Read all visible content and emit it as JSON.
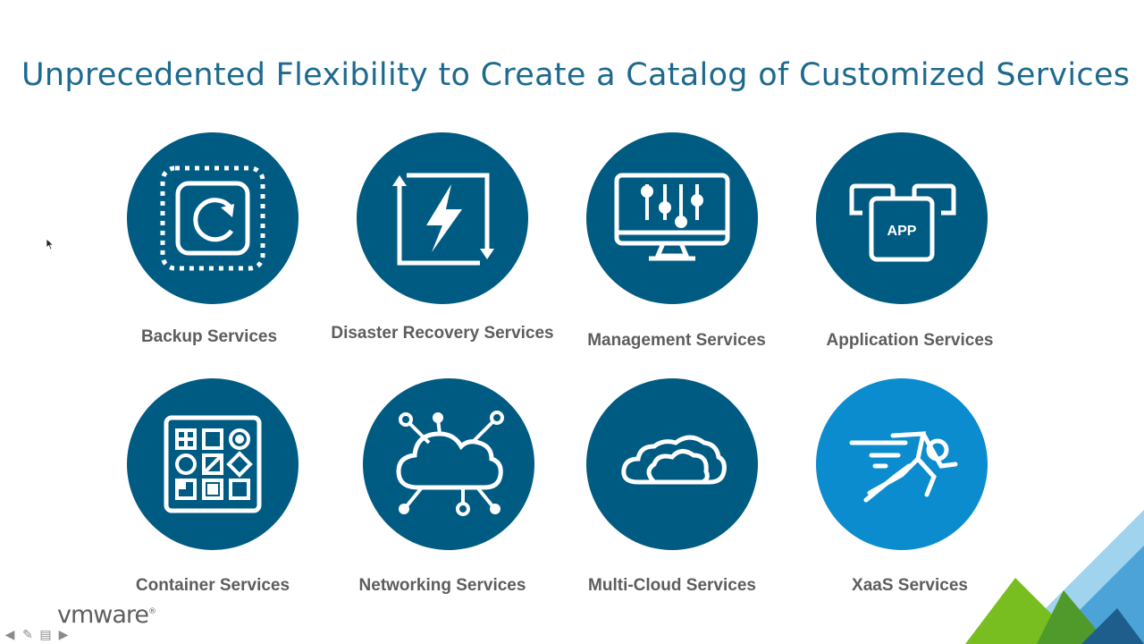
{
  "slide": {
    "title": "Unprecedented Flexibility to Create a Catalog of Customized Services"
  },
  "services": [
    {
      "label": "Backup Services",
      "icon": "backup-icon"
    },
    {
      "label": "Disaster Recovery Services",
      "icon": "disaster-recovery-icon"
    },
    {
      "label": "Management Services",
      "icon": "management-console-icon"
    },
    {
      "label": "Application Services",
      "icon": "app-windows-icon"
    },
    {
      "label": "Container Services",
      "icon": "container-grid-icon"
    },
    {
      "label": "Networking Services",
      "icon": "network-cloud-icon"
    },
    {
      "label": "Multi-Cloud Services",
      "icon": "multi-cloud-icon"
    },
    {
      "label": "XaaS Services",
      "icon": "runner-icon"
    }
  ],
  "app_icon_text": "APP",
  "logo": {
    "text": "vmware",
    "mark": "®"
  },
  "colors": {
    "title": "#1d6a8e",
    "circle": "#005b83",
    "circle_accent": "#0b8ccf",
    "label": "#5d5d5d",
    "green": "#78be20",
    "light_blue": "#4ba3d8"
  }
}
